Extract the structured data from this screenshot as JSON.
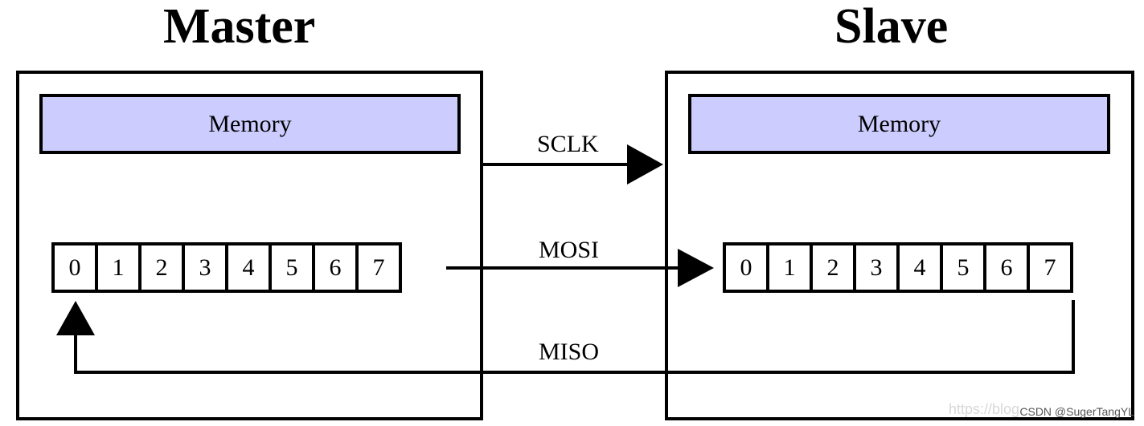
{
  "master": {
    "title": "Master",
    "memory_label": "Memory",
    "register_bits": [
      "0",
      "1",
      "2",
      "3",
      "4",
      "5",
      "6",
      "7"
    ]
  },
  "slave": {
    "title": "Slave",
    "memory_label": "Memory",
    "register_bits": [
      "0",
      "1",
      "2",
      "3",
      "4",
      "5",
      "6",
      "7"
    ]
  },
  "signals": {
    "sclk": "SCLK",
    "mosi": "MOSI",
    "miso": "MISO"
  },
  "colors": {
    "memory_fill": "#ccccff",
    "line": "#000000"
  },
  "watermark": {
    "faded_url": "https://blog.",
    "text": "CSDN @SugerTangYL"
  }
}
